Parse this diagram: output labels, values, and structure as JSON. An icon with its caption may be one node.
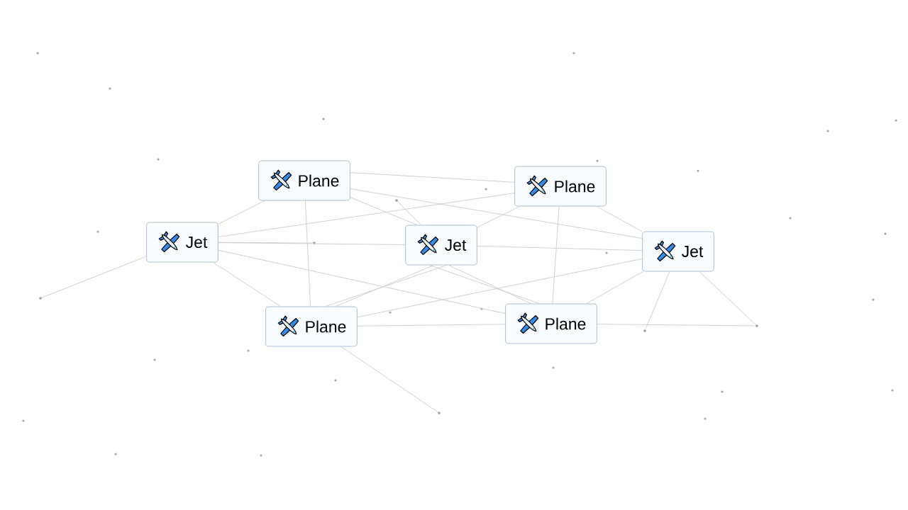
{
  "diagram": {
    "nodes": [
      {
        "text": [
          "Plane"
        ]
      },
      {
        "text": [
          "Plane"
        ]
      },
      {
        "text": [
          "Jet"
        ]
      },
      {
        "text": [
          "Jet"
        ]
      },
      {
        "text": [
          "Jet"
        ]
      },
      {
        "text": [
          "Plane"
        ]
      },
      {
        "text": [
          "Plane"
        ]
      },
      {
        "text": [],
        "shape": "circle"
      },
      {
        "text": [],
        "shape": "circle"
      },
      {
        "text": [],
        "shape": "circle"
      },
      {
        "text": [],
        "shape": "circle"
      },
      {
        "text": [],
        "shape": "circle"
      },
      {
        "text": [],
        "shape": "circle"
      }
    ],
    "edges": [
      {
        "from": 0,
        "to": 2,
        "arrow": "none"
      },
      {
        "from": 0,
        "to": 5,
        "arrow": "none"
      },
      {
        "from": 0,
        "to": 1,
        "arrow": "none"
      },
      {
        "from": 0,
        "to": 3,
        "arrow": "none"
      },
      {
        "from": 0,
        "to": 4,
        "arrow": "none"
      },
      {
        "from": 9,
        "to": 3,
        "arrow": "none"
      },
      {
        "from": 2,
        "to": 1,
        "arrow": "none"
      },
      {
        "from": 2,
        "to": 3,
        "arrow": "none"
      },
      {
        "from": 2,
        "to": 8,
        "arrow": "none"
      },
      {
        "from": 2,
        "to": 5,
        "arrow": "none"
      },
      {
        "from": 2,
        "to": 6,
        "arrow": "none"
      },
      {
        "from": 2,
        "to": 7,
        "arrow": "none"
      },
      {
        "from": 3,
        "to": 1,
        "arrow": "none"
      },
      {
        "from": 3,
        "to": 4,
        "arrow": "none"
      },
      {
        "from": 3,
        "to": 5,
        "arrow": "none"
      },
      {
        "from": 3,
        "to": 5,
        "arrow": "none"
      },
      {
        "from": 3,
        "to": 6,
        "arrow": "none"
      },
      {
        "from": 3,
        "to": 6,
        "arrow": "none"
      },
      {
        "from": 1,
        "to": 4,
        "arrow": "none"
      },
      {
        "from": 1,
        "to": 6,
        "arrow": "none"
      },
      {
        "from": 5,
        "to": 4,
        "arrow": "none"
      },
      {
        "from": 5,
        "to": 6,
        "arrow": "none"
      },
      {
        "from": 5,
        "to": 10,
        "arrow": "none"
      },
      {
        "from": 6,
        "to": 4,
        "arrow": "none"
      },
      {
        "from": 6,
        "to": 12,
        "arrow": "none"
      },
      {
        "from": 4,
        "to": 11,
        "arrow": "none"
      },
      {
        "from": 4,
        "to": 12,
        "arrow": "none"
      }
    ]
  }
}
